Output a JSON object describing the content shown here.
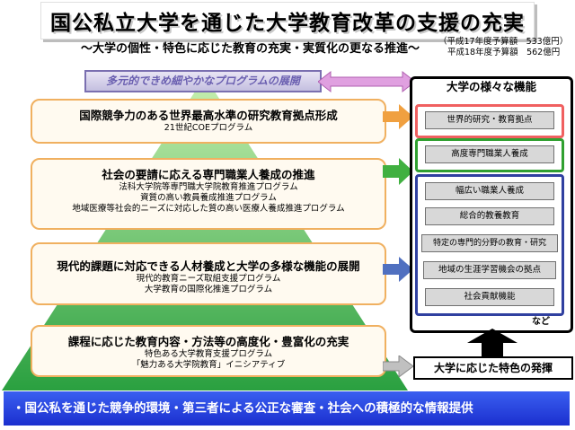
{
  "title": "国公私立大学を通じた大学教育改革の支援の充実",
  "subtitle": "～大学の個性・特色に応じた教育の充実・実質化の更なる推進～",
  "budget": {
    "line1": "（平成17年度予算額　533億円）",
    "line2": "平成18年度予算額　562億円"
  },
  "banner": "多元的できめ細やかなプログラムの展開",
  "programs": [
    {
      "heading": "国際競争力のある世界最高水準の研究教育拠点形成",
      "items": [
        "21世紀COEプログラム"
      ]
    },
    {
      "heading": "社会の要請に応える専門職業人養成の推進",
      "items": [
        "法科大学院等専門職大学院教育推進プログラム",
        "資質の高い教員養成推進プログラム",
        "地域医療等社会的ニーズに対応した質の高い医療人養成推進プログラム"
      ]
    },
    {
      "heading": "現代的課題に対応できる人材養成と大学の多様な機能の展開",
      "items": [
        "現代的教育ニーズ取組支援プログラム",
        "大学教育の国際化推進プログラム"
      ]
    },
    {
      "heading": "課程に応じた教育内容・方法等の高度化・豊富化の充実",
      "items": [
        "特色ある大学教育支援プログラム",
        "「魅力ある大学院教育」イニシアティブ"
      ]
    }
  ],
  "panel": {
    "title": "大学の様々な機能",
    "group1": [
      "世界的研究・教育拠点"
    ],
    "group2": [
      "高度専門職業人養成"
    ],
    "group3": [
      "幅広い職業人養成",
      "総合的教養教育",
      "特定の専門的分野の教育・研究",
      "地域の生涯学習機会の拠点",
      "社会貢献機能"
    ],
    "more": "など",
    "colors": {
      "group1": "#f06060",
      "group2": "#30a030",
      "group3": "#3040a0"
    }
  },
  "feature": "大学に応じた特色の発揮",
  "footer": "・国公私を通じた競争的環境・第三者による公正な審査・社会への積極的な情報提供"
}
